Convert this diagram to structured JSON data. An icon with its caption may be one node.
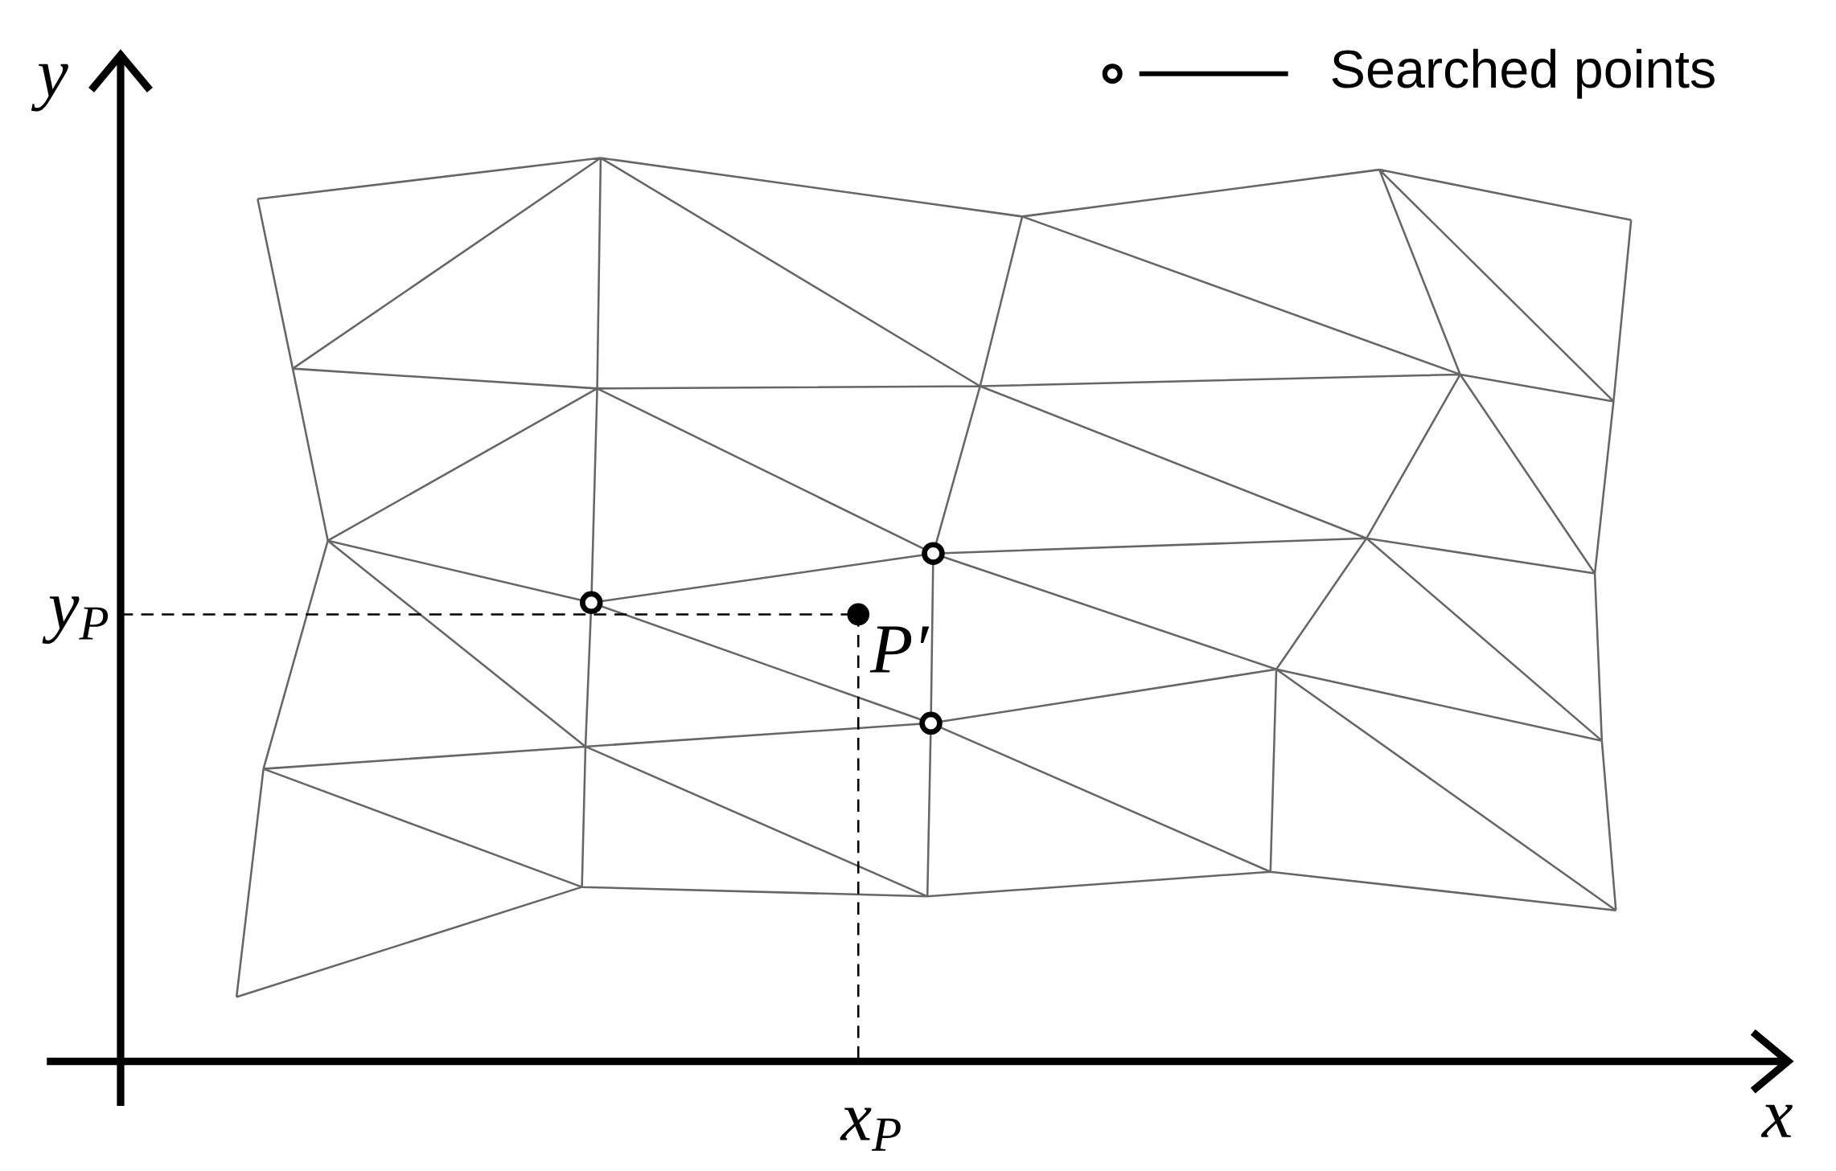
{
  "diagram": {
    "labels": [
      "y",
      "y$_{P}$",
      "P′",
      "x$_{P}$",
      "x"
    ],
    "legend": [
      {
        "text": "Searched points"
      }
    ]
  }
}
